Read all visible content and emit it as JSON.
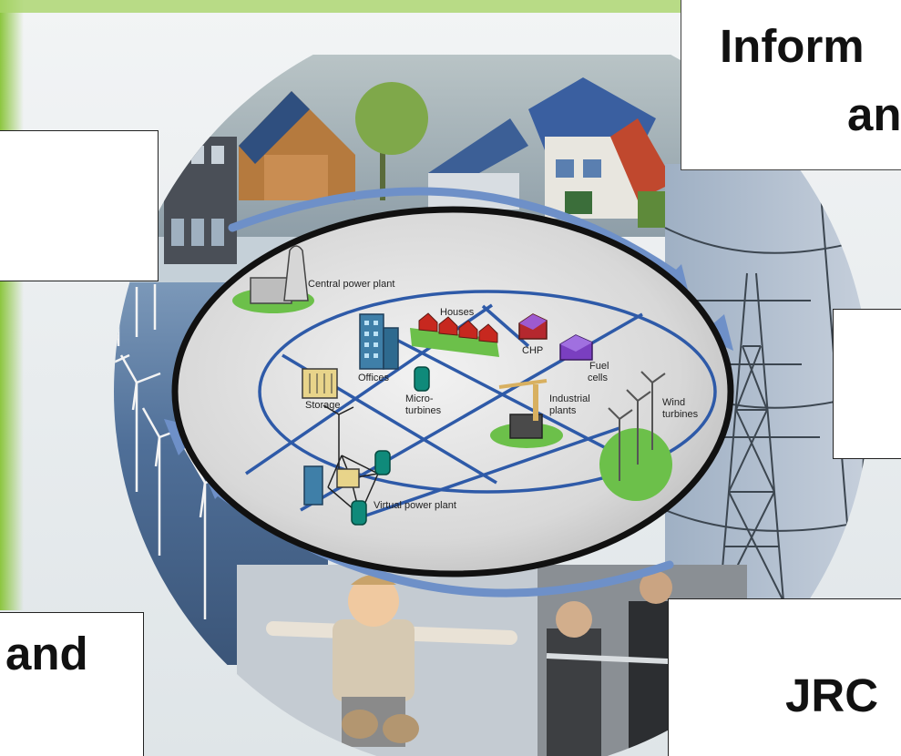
{
  "colors": {
    "green_edge": "#8cc63f",
    "ring_blue": "#2e5aa8",
    "arrow_blue": "#6e90c8",
    "sea": "#5c7fa8",
    "ellipse_border": "#111111",
    "inner_bg": "#dcdcdc"
  },
  "corner_texts": {
    "top_right_line1": "Inform",
    "top_right_line2": "an",
    "bottom_left": "and",
    "bottom_right": "JRC"
  },
  "diagram_labels": {
    "central_power_plant": "Central power plant",
    "houses": "Houses",
    "chp": "CHP",
    "offices": "Offices",
    "fuel": "Fuel",
    "cells": "cells",
    "storage": "Storage",
    "micro": "Micro-",
    "turbines": "turbines",
    "industrial": "Industrial",
    "plants": "plants",
    "wind": "Wind",
    "wind_turbines": "turbines",
    "virtual_power_plant": "Virtual power plant"
  },
  "photo_subjects": {
    "top": "houses-with-solar-panels",
    "left": "offshore-wind-farm",
    "right": "power-transmission-tower",
    "bottom": "child-and-businessmen"
  }
}
